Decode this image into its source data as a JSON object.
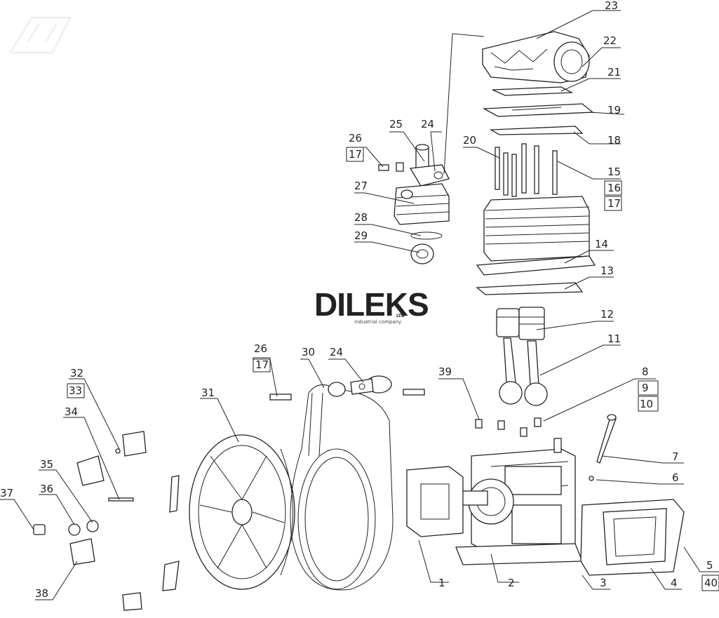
{
  "brand": {
    "name": "DILEKS",
    "suffix": "LTD",
    "tagline": "industrial company"
  },
  "callouts": [
    "1",
    "2",
    "3",
    "4",
    "5",
    "40",
    "6",
    "7",
    "8",
    "9",
    "10",
    "11",
    "12",
    "13",
    "14",
    "15",
    "16",
    "17",
    "18",
    "19",
    "20",
    "21",
    "22",
    "23",
    "24",
    "25",
    "26",
    "17",
    "27",
    "28",
    "29",
    "30",
    "31",
    "24",
    "26",
    "17",
    "32",
    "33",
    "34",
    "35",
    "36",
    "37",
    "38",
    "39"
  ]
}
